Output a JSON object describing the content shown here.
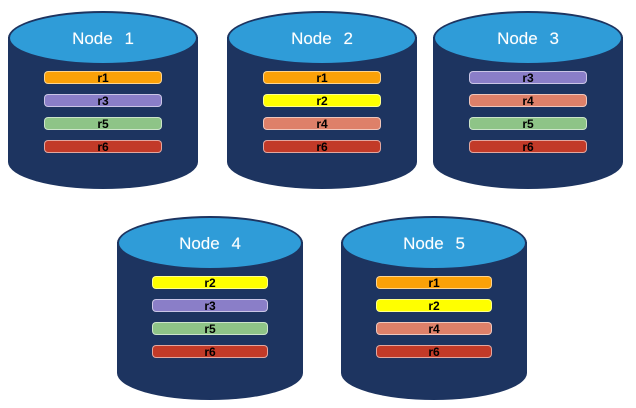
{
  "diagram": {
    "description": "Five database nodes with replica placement",
    "replica_colors": {
      "r1": "#FBA108",
      "r2": "#FFFF00",
      "r3": "#8A7EC8",
      "r4": "#DE8069",
      "r5": "#8EC487",
      "r6": "#C23A28"
    },
    "cylinder_body_color": "#1D3460",
    "cylinder_top_color": "#2F9CD8",
    "nodes": [
      {
        "label": "Node 1",
        "replicas": [
          "r1",
          "r3",
          "r5",
          "r6"
        ]
      },
      {
        "label": "Node 2",
        "replicas": [
          "r1",
          "r2",
          "r4",
          "r6"
        ]
      },
      {
        "label": "Node 3",
        "replicas": [
          "r3",
          "r4",
          "r5",
          "r6"
        ]
      },
      {
        "label": "Node 4",
        "replicas": [
          "r2",
          "r3",
          "r5",
          "r6"
        ]
      },
      {
        "label": "Node 5",
        "replicas": [
          "r1",
          "r2",
          "r4",
          "r6"
        ]
      }
    ]
  }
}
